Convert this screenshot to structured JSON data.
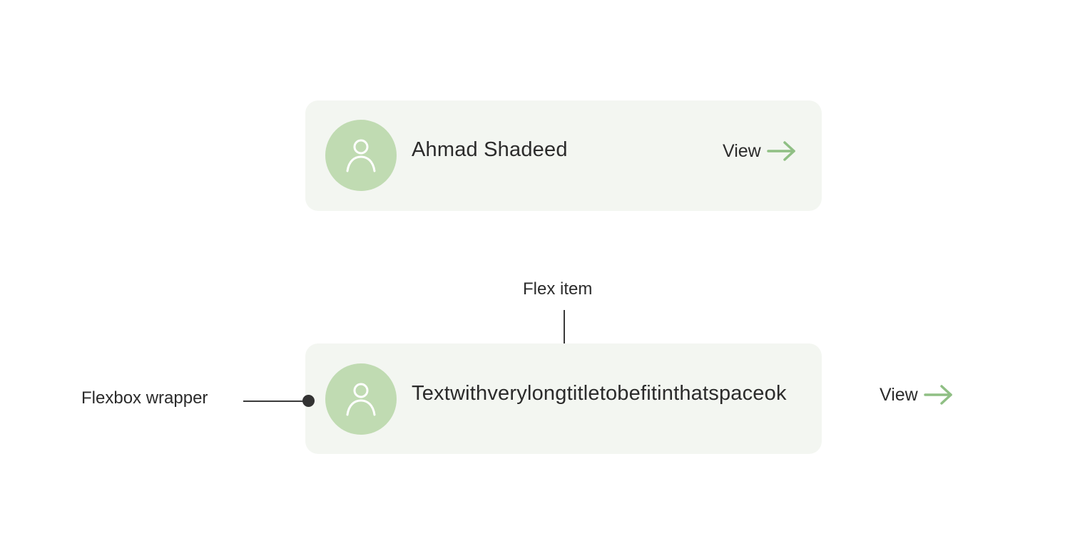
{
  "cards": [
    {
      "title": "Ahmad Shadeed",
      "link_label": "View",
      "avatar_icon": "user-icon",
      "arrow_icon": "arrow-right-icon"
    },
    {
      "title": "Textwithverylongtitletobefitinthatspaceok",
      "link_label": "View",
      "avatar_icon": "user-icon",
      "arrow_icon": "arrow-right-icon"
    }
  ],
  "annotations": {
    "flex_item": "Flex item",
    "flexbox_wrapper": "Flexbox wrapper"
  },
  "colors": {
    "card_background": "#f3f6f1",
    "avatar_fill": "#c0dbb2",
    "arrow": "#8fbf84",
    "text": "#2b2b2b",
    "annotation_line": "#3a3a3a"
  }
}
